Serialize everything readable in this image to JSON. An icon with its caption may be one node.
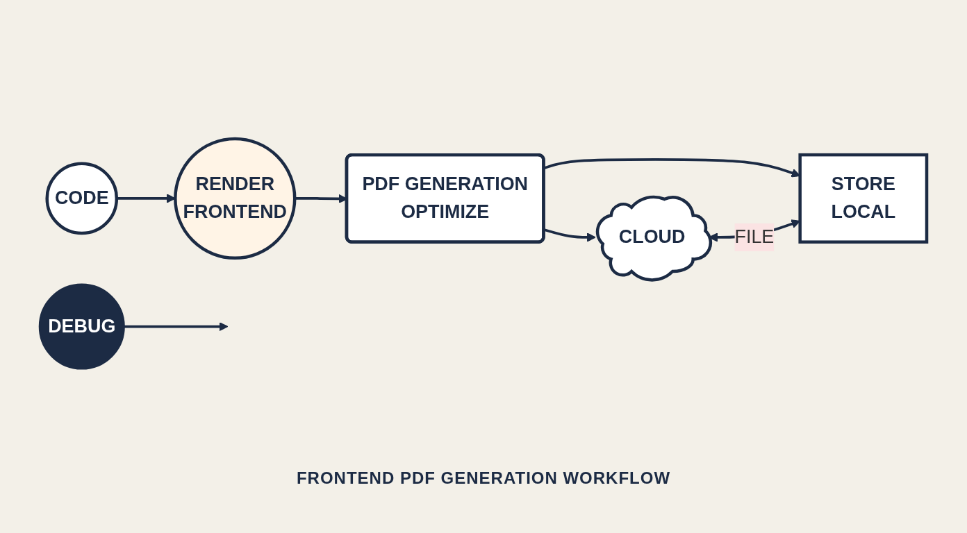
{
  "diagram": {
    "title": "FRONTEND PDF GENERATION WORKFLOW",
    "nodes": [
      {
        "text": [
          "CODE"
        ]
      },
      {
        "text": [
          "DEBUG"
        ]
      },
      {
        "text": [
          "RENDER",
          "FRONTEND"
        ]
      },
      {
        "text": [
          "PDF GENERATION",
          "OPTIMIZE"
        ]
      },
      {
        "text": [
          "CLOUD"
        ]
      },
      {
        "text": [
          "STORE",
          "LOCAL"
        ]
      }
    ],
    "edges": [
      {
        "from": 0,
        "to": 2,
        "arrow": "to"
      },
      {
        "from": 1,
        "to": null,
        "arrow": "to"
      },
      {
        "from": 2,
        "to": 3,
        "arrow": "to"
      },
      {
        "from": 3,
        "to": 4,
        "arrow": "to"
      },
      {
        "from": 3,
        "to": 5,
        "arrow": "to"
      },
      {
        "from": 4,
        "to": 5,
        "arrow": "both",
        "label": "FILE"
      }
    ]
  }
}
